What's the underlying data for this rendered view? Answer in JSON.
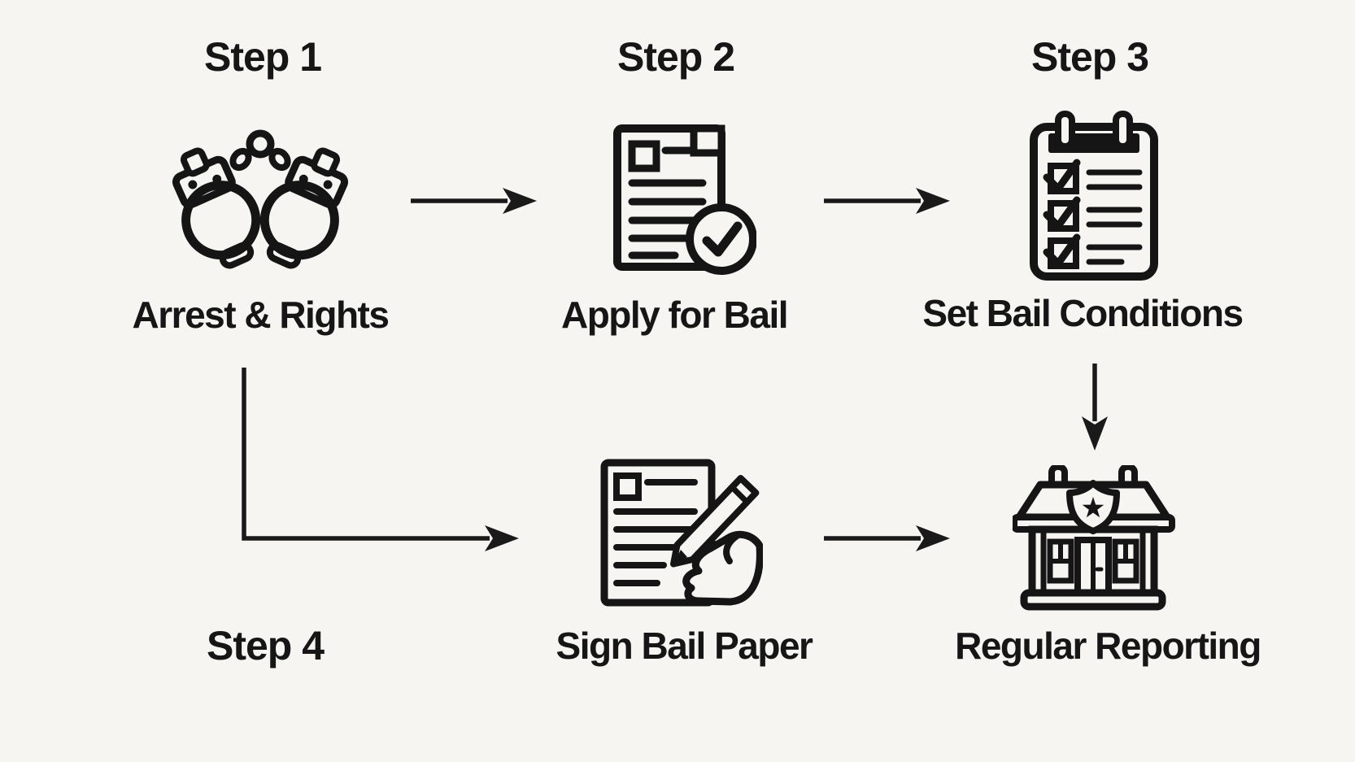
{
  "title": "Bail process flow diagram",
  "colors": {
    "background": "#f6f5f2",
    "ink": "#161616"
  },
  "steps": [
    {
      "header": "Step 1",
      "label": "Arrest & Rights",
      "icon": "handcuffs-icon"
    },
    {
      "header": "Step 2",
      "label": "Apply for Bail",
      "icon": "document-check-icon"
    },
    {
      "header": "Step 3",
      "label": "Set Bail Conditions",
      "icon": "checklist-clipboard-icon"
    },
    {
      "header": "Step 4",
      "label": "Sign Bail Paper",
      "icon": "signing-document-icon"
    },
    {
      "header": "",
      "label": "Regular Reporting",
      "icon": "police-station-icon"
    }
  ],
  "connections": [
    {
      "from": "Arrest & Rights",
      "to": "Apply for Bail",
      "type": "straight-right"
    },
    {
      "from": "Apply for Bail",
      "to": "Set Bail Conditions",
      "type": "straight-right"
    },
    {
      "from": "Set Bail Conditions",
      "to": "Regular Reporting",
      "type": "straight-down"
    },
    {
      "from": "Arrest & Rights",
      "to": "Sign Bail Paper",
      "type": "elbow-down-right"
    },
    {
      "from": "Sign Bail Paper",
      "to": "Regular Reporting",
      "type": "straight-right"
    }
  ]
}
